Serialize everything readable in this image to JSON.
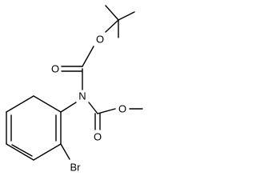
{
  "atom_labels": {
    "o_ester_tbu": "O",
    "o_carbonyl_boc": "O",
    "n_amide": "N",
    "o_ester_methyl": "O",
    "o_carbonyl_methyl": "O",
    "bromine": "Br"
  },
  "colors": {
    "bond": "#000000",
    "label": "#000000",
    "background": "#ffffff"
  }
}
